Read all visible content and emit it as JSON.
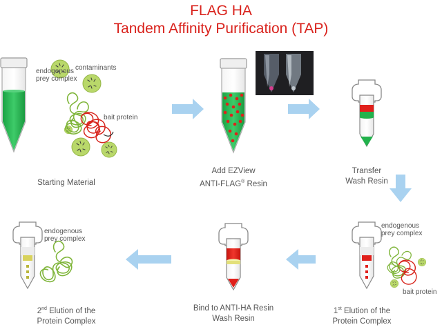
{
  "title_line1": "FLAG HA",
  "title_line2": "Tandem Affinity Purification (TAP)",
  "steps": {
    "starting_material": "Starting Material",
    "add_resin_l1": "Add EZView",
    "add_resin_l2": "ANTI-FLAG",
    "add_resin_reg": "®",
    "add_resin_l3": " Resin",
    "transfer_l1": "Transfer",
    "transfer_l2": "Wash Resin",
    "elution1_num": "1",
    "elution1_sup": "st",
    "elution1_l1": " Elution of the",
    "elution1_l2": "Protein Complex",
    "bind_ha_l1": "Bind to ANTI-HA Resin",
    "bind_ha_l2": "Wash Resin",
    "elution2_num": "2",
    "elution2_sup": "nd",
    "elution2_l1": " Elution of the",
    "elution2_l2": "Protein Complex"
  },
  "labels": {
    "endogenous_l1": "endogenous",
    "prey_complex": "prey complex",
    "contaminants": "contaminants",
    "bait_protein": "bait protein"
  },
  "colors": {
    "title": "#d9221c",
    "green": "#22b24c",
    "red": "#e0201b",
    "arrow": "#a9d2f0",
    "contaminant": "#b5d565"
  }
}
